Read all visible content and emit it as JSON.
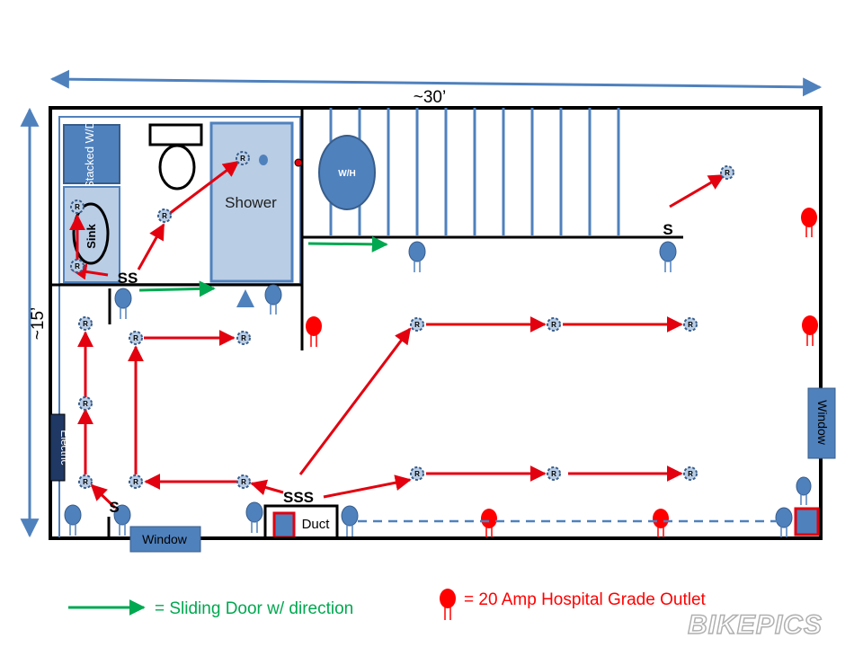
{
  "dimensions": {
    "width_label": "~30’",
    "height_label": "~15’"
  },
  "rooms": {
    "stacked_wd": "Stacked W/D",
    "sink": "Sink",
    "shower": "Shower",
    "water_heater": "W/H",
    "duct": "Duct",
    "electric": "Electric",
    "window_bottom": "Window",
    "window_right": "Window"
  },
  "switches": {
    "ss": "SS",
    "s_stairs": "S",
    "s_corner": "S",
    "sss": "SSS"
  },
  "recessed_light_letter": "R",
  "legend": {
    "sliding_door": "= Sliding Door w/ direction",
    "hospital_outlet": "= 20 Amp Hospital Grade Outlet"
  },
  "watermark": "BIKEPICS",
  "colors": {
    "wall": "#000000",
    "blue_line": "#4f81bd",
    "fixture_fill": "#b9cde5",
    "device_fill": "#4f81bd",
    "wire": "#e3000f",
    "outlet_red": "#ff0000",
    "door_arrow": "#00a850",
    "stairs": "#4f81bd"
  }
}
